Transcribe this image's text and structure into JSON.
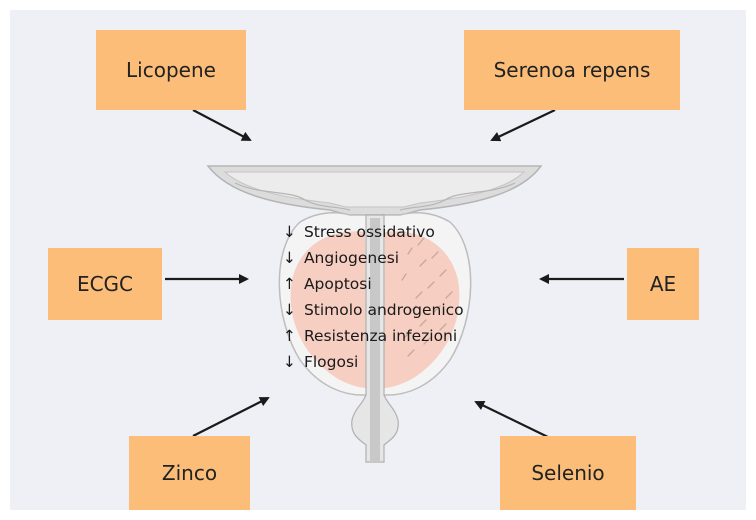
{
  "diagram": {
    "colors": {
      "background": "#eef0f5",
      "box_fill": "#fbbd78",
      "gland_fill": "#f6cfc2",
      "bladder_fill": "#dcdcdc",
      "arrow": "#1a1a1a"
    },
    "boxes": {
      "licopene": "Licopene",
      "serenoa": "Serenoa repens",
      "ecgc": "ECGC",
      "ae": "AE",
      "zinco": "Zinco",
      "selenio": "Selenio"
    },
    "effects": [
      {
        "arrow": "↓",
        "text": "Stress ossidativo"
      },
      {
        "arrow": "↓",
        "text": "Angiogenesi"
      },
      {
        "arrow": "↑",
        "text": "Apoptosi"
      },
      {
        "arrow": "↓",
        "text": "Stimolo androgenico"
      },
      {
        "arrow": "↑",
        "text": "Resistenza infezioni"
      },
      {
        "arrow": "↓",
        "text": "Flogosi"
      }
    ]
  }
}
